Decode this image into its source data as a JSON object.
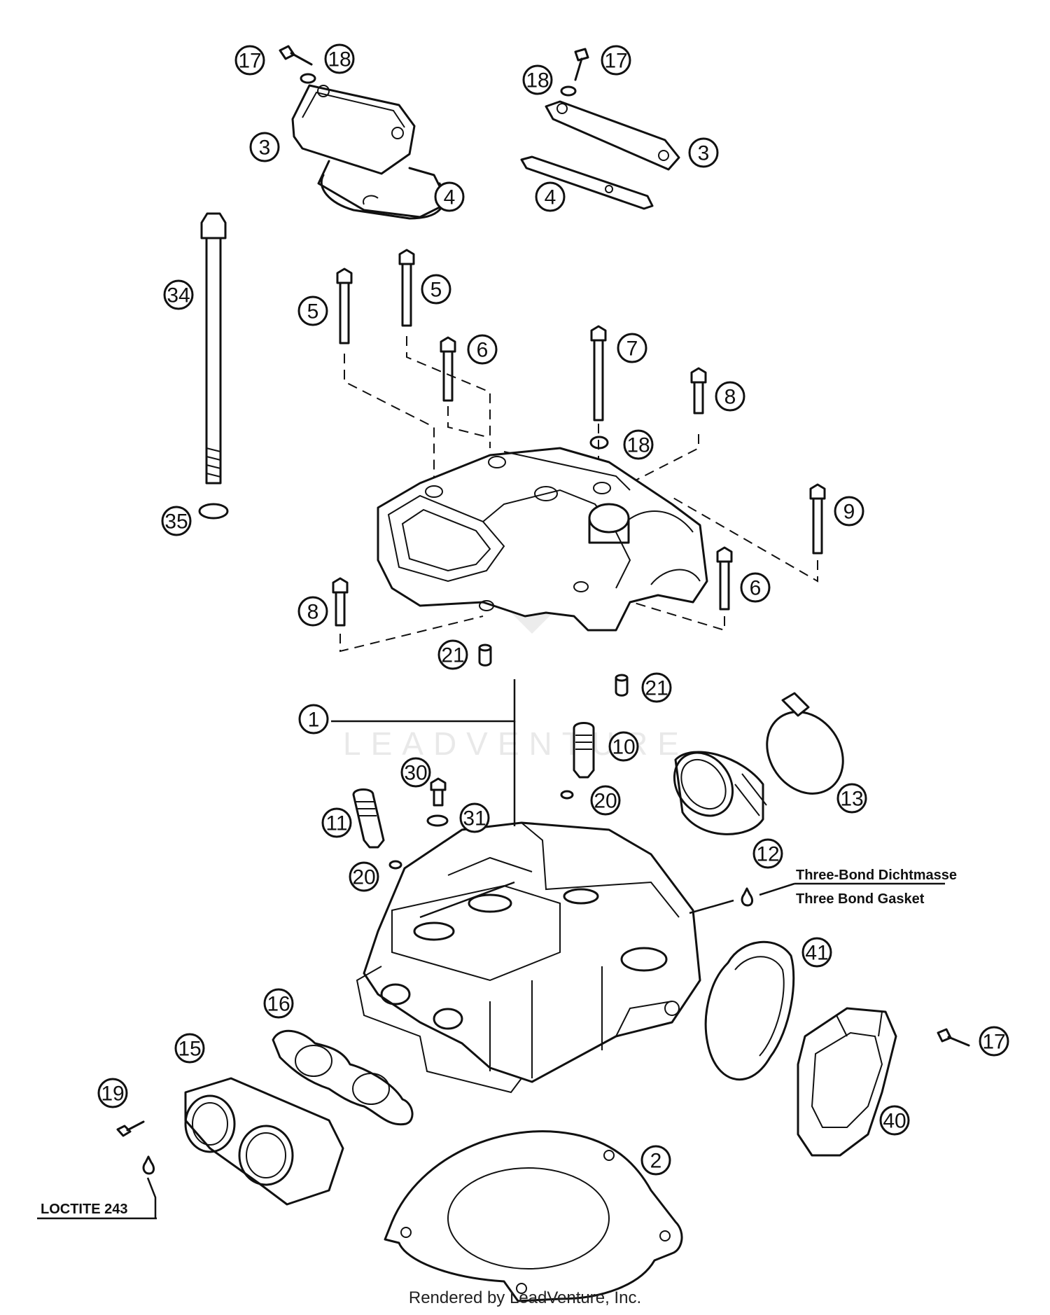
{
  "callouts": {
    "c17a": "17",
    "c18a": "18",
    "c3a": "3",
    "c4a": "4",
    "c18b": "18",
    "c17b": "17",
    "c3b": "3",
    "c4b": "4",
    "c34": "34",
    "c5a": "5",
    "c5b": "5",
    "c6a": "6",
    "c7": "7",
    "c8a": "8",
    "c18c": "18",
    "c35": "35",
    "c9": "9",
    "c8b": "8",
    "c6b": "6",
    "c21a": "21",
    "c21b": "21",
    "c1": "1",
    "c10": "10",
    "c30": "30",
    "c20a": "20",
    "c31": "31",
    "c11": "11",
    "c13": "13",
    "c12": "12",
    "c20b": "20",
    "c41": "41",
    "c16": "16",
    "c15": "15",
    "c17c": "17",
    "c19": "19",
    "c40": "40",
    "c2": "2"
  },
  "notes": {
    "three_bond_de": "Three-Bond Dichtmasse",
    "three_bond_en": "Three Bond Gasket",
    "loctite": "LOCTITE 243"
  },
  "watermark": "LEADVENTURE",
  "footer": "Rendered by LeadVenture, Inc."
}
